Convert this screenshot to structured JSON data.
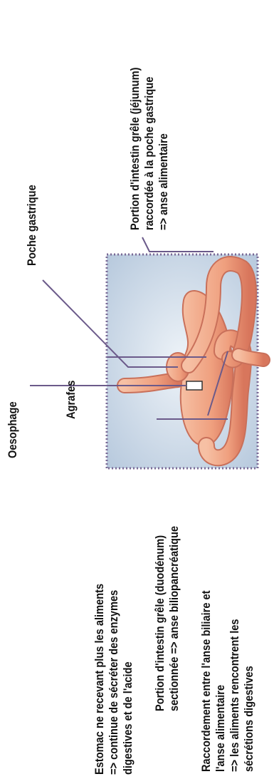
{
  "labels": {
    "oesophage": "Oesophage",
    "agrafes": "Agrafes",
    "estomac": "Estomac ne recevant plus les aliments\n=> continue de sécréter des enzymes\ndigestives et de l'acide",
    "duodenum": "Portion d'intestin grêle (duodénum)\nsectionnée => anse biliopancréatique",
    "raccordement": "Raccordement entre l'anse biliaire et\nl'anse alimentaire\n=> les aliments rencontrent les\nsécrétions digestives",
    "poche": "Poche gastrique",
    "jejunum": "Portion d'intestin grêle (jéjunum)\nraccordée à la poche gastrique\n=> anse alimentaire"
  },
  "colors": {
    "panel": "#c9d7e6",
    "border": "#7a6a96",
    "organ": "#f0a483",
    "organ_dark": "#c9705a",
    "line": "#6b5a8a"
  }
}
